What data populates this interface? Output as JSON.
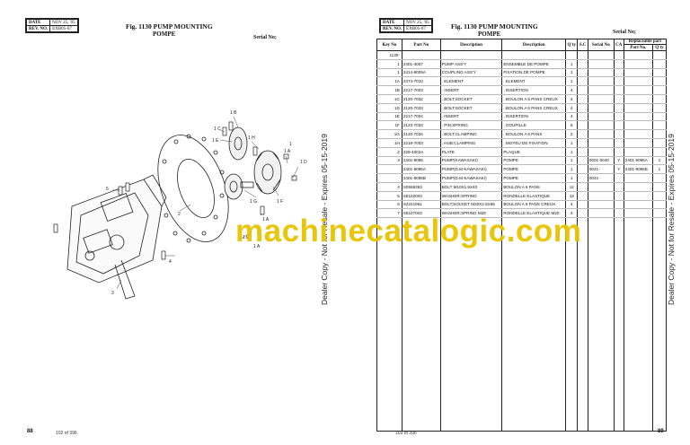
{
  "left": {
    "date_label": "DATE",
    "date_value": "NOV 25, '05",
    "rev_label": "REV. NO.",
    "rev_value": "EXB05-07",
    "fig_title": "Fig. 1130 PUMP MOUNTING",
    "fig_subtitle": "POMPE",
    "serial_label": "Serial No;",
    "page_number": "88",
    "page_of": "102 of 396",
    "callouts": [
      "1 B",
      "1 C",
      "1 E",
      "1 H",
      "1 A",
      "1",
      "1 F",
      "1 G",
      "1 D",
      "1 A",
      "5",
      "4",
      "2",
      "3",
      "1 E",
      "1 A"
    ]
  },
  "right": {
    "date_label": "DATE",
    "date_value": "NOV 25, '05",
    "rev_label": "REV. NO.",
    "rev_value": "EXB05-07",
    "fig_title": "Fig. 1130 PUMP MOUNTING",
    "fig_subtitle": "POMPE",
    "serial_label": "Serial No;",
    "page_number": "89",
    "page_of": "103 of 396",
    "headers": {
      "key": "Key No",
      "part": "Part No",
      "desc": "Description",
      "desc_fr": "Description",
      "qty": "Q'ty",
      "sc": "S.C",
      "serial": "Serial No",
      "ca": "CA",
      "replaceable": "Replaceable part",
      "rp_part": "Part No.",
      "rp_qty": "Q'ty"
    },
    "rows": [
      {
        "key": "1130-",
        "part": "",
        "desc": "",
        "fr": "",
        "qty": "",
        "serial": "",
        "ca": "",
        "rpart": "",
        "rqty": ""
      },
      {
        "key": "1",
        "part": "2401-4007",
        "desc": "PUMP ASS'Y",
        "fr": "ENSEMBLE DE POMPE",
        "qty": "1",
        "serial": "",
        "ca": "",
        "rpart": "",
        "rqty": ""
      },
      {
        "key": "1",
        "part": "2414-9009A",
        "desc": "COUPLING ASS'Y",
        "fr": "FIXATION DE POMPE",
        "qty": "1",
        "serial": "",
        "ca": "",
        "rpart": "",
        "rqty": ""
      },
      {
        "key": "1A",
        "part": "2474-7010",
        "desc": ". ELEMENT",
        "fr": ". ELEMENT",
        "qty": "1",
        "serial": "",
        "ca": "",
        "rpart": "",
        "rqty": ""
      },
      {
        "key": "1B",
        "part": "2217-7003",
        "desc": ". INSERT",
        "fr": ". INSERTION",
        "qty": "4",
        "serial": "",
        "ca": "",
        "rpart": "",
        "rqty": ""
      },
      {
        "key": "1C",
        "part": "2120-7032",
        "desc": ". BOLT;SOCKET",
        "fr": ". BOULON A 6 PANS CREUX",
        "qty": "4",
        "serial": "",
        "ca": "",
        "rpart": "",
        "rqty": ""
      },
      {
        "key": "1D",
        "part": "2120-7033",
        "desc": ". BOLT;SOCKET",
        "fr": ". BOULON A 6 PANS CREUX",
        "qty": "4",
        "serial": "",
        "ca": "",
        "rpart": "",
        "rqty": ""
      },
      {
        "key": "1E",
        "part": "2217-7004",
        "desc": ". INSERT",
        "fr": ". INSERTION",
        "qty": "4",
        "serial": "",
        "ca": "",
        "rpart": "",
        "rqty": ""
      },
      {
        "key": "1F",
        "part": "2123-7033",
        "desc": ". PIN;SPRING",
        "fr": ". GOUPILLE",
        "qty": "8",
        "serial": "",
        "ca": "",
        "rpart": "",
        "rqty": ""
      },
      {
        "key": "1G",
        "part": "2120-7034",
        "desc": ". BOLT;CLAMPING",
        "fr": ". BOULON A 6 PANS",
        "qty": "2",
        "serial": "",
        "ca": "",
        "rpart": "",
        "rqty": ""
      },
      {
        "key": "1H",
        "part": "2219-7003",
        "desc": ". HUB;CLAMPING",
        "fr": ". MOYEU DE FIXATION",
        "qty": "1",
        "serial": "",
        "ca": "",
        "rpart": "",
        "rqty": ""
      },
      {
        "key": "2",
        "part": "229-4002A",
        "desc": "PLATE",
        "fr": "PLAQUE",
        "qty": "1",
        "serial": "",
        "ca": "",
        "rpart": "",
        "rqty": ""
      },
      {
        "key": "3",
        "part": "2401-9095",
        "desc": "PUMP(KAWASAKI)",
        "fr": "POMPE",
        "qty": "1",
        "serial": "0001-0040",
        "ca": "Y",
        "rpart": "2401-9095A",
        "rqty": "1"
      },
      {
        "key": "",
        "part": "2401-9095A",
        "desc": "PUMP(D.M-KAWASAKI)",
        "fr": "POMPE",
        "qty": "1",
        "serial": "0041-",
        "ca": "Y",
        "rpart": "2401-9095B",
        "rqty": "1"
      },
      {
        "key": "",
        "part": "2401-9095B",
        "desc": "PUMP(D.M-KAWASAKI)",
        "fr": "POMPE",
        "qty": "1",
        "serial": "0041-",
        "ca": "",
        "rpart": "",
        "rqty": ""
      },
      {
        "key": "4",
        "part": "S0558353",
        "desc": "BOLT M10X1.5X40",
        "fr": "BOULON A 6 PANS",
        "qty": "12",
        "serial": "",
        "ca": "",
        "rpart": "",
        "rqty": ""
      },
      {
        "key": "5",
        "part": "S5102003",
        "desc": "WASHER;SPRING",
        "fr": "RONDELLE ELASTIQUE",
        "qty": "12",
        "serial": "",
        "ca": "",
        "rpart": "",
        "rqty": ""
      },
      {
        "key": "6",
        "part": "S2221961",
        "desc": "BOLT;SOCKET M20X2.5X65",
        "fr": "BOULON A 6 PANS CREUX",
        "qty": "4",
        "serial": "",
        "ca": "",
        "rpart": "",
        "rqty": ""
      },
      {
        "key": "7",
        "part": "S5107003",
        "desc": "WASHER;SPRING M20",
        "fr": "RONDELLE ELASTIQUE M20",
        "qty": "4",
        "serial": "",
        "ca": "",
        "rpart": "",
        "rqty": ""
      }
    ]
  },
  "dealer_left": "Dealer Copy - Not for Resale - Expires 05-15-2019",
  "dealer_right": "Dealer Copy - Not for Resale - Expires 05-15-2019",
  "watermark": "machinecatalogic.com"
}
